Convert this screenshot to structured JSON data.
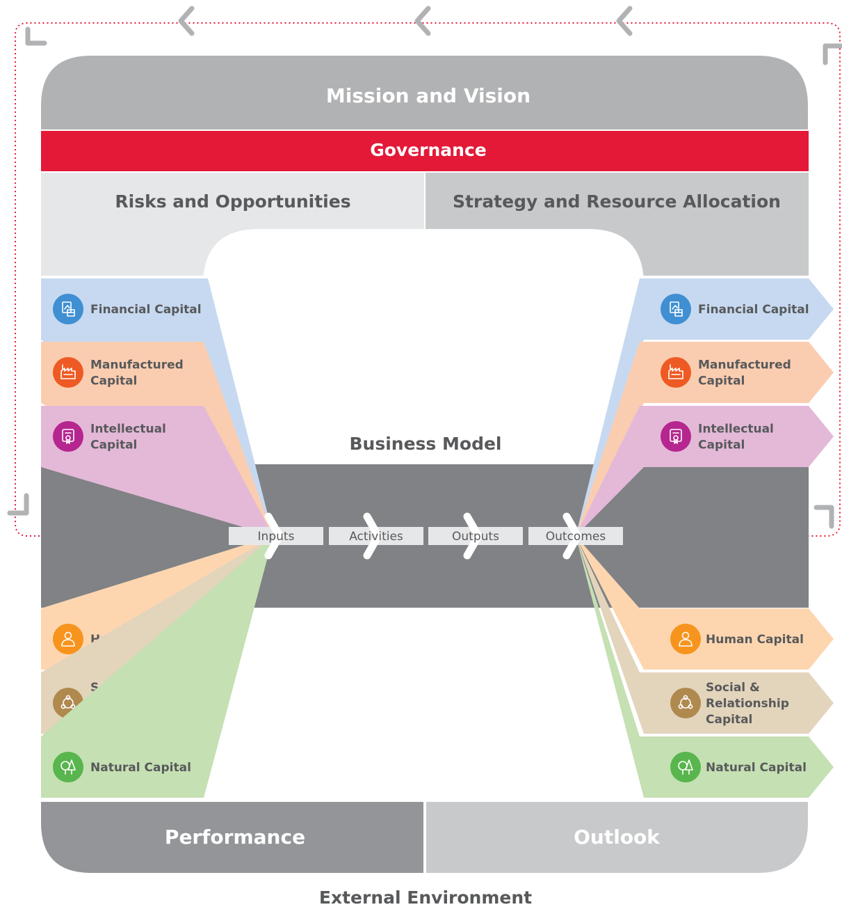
{
  "colors": {
    "governance": "#e31937",
    "mission": "#b1b2b4",
    "band_dark": "#808285",
    "risks_bg": "#e6e7e8",
    "strategy_bg": "#c8c9cb",
    "outlook_bg": "#c8c9cb",
    "loop_line": "#e31937",
    "loop_arrows": "#b1b2b4"
  },
  "header": {
    "mission": "Mission and Vision",
    "governance": "Governance",
    "risks": "Risks and Opportunities",
    "strategy": "Strategy and Resource Allocation"
  },
  "business_model": {
    "title": "Business Model",
    "steps": [
      "Inputs",
      "Activities",
      "Outputs",
      "Outcomes"
    ]
  },
  "capitals": [
    {
      "lines": [
        "Financial Capital"
      ],
      "icon": "financial-capital-icon",
      "band": "#c6d9f0",
      "circle": "#3f8fd2"
    },
    {
      "lines": [
        "Manufactured",
        "Capital"
      ],
      "icon": "factory-icon",
      "band": "#fbcdb0",
      "circle": "#ee5a24"
    },
    {
      "lines": [
        "Intellectual",
        "Capital"
      ],
      "icon": "certificate-icon",
      "band": "#e4b9d8",
      "circle": "#b5268f"
    },
    {
      "lines": [
        "Human Capital"
      ],
      "icon": "person-icon",
      "band": "#fdd6b0",
      "circle": "#f7941d"
    },
    {
      "lines": [
        "Social &",
        "Relationship",
        "Capital"
      ],
      "icon": "network-icon",
      "band": "#e3d4bc",
      "circle": "#b0894f"
    },
    {
      "lines": [
        "Natural Capital"
      ],
      "icon": "trees-icon",
      "band": "#c5e0b3",
      "circle": "#59b54d"
    }
  ],
  "footer": {
    "performance": "Performance",
    "outlook": "Outlook",
    "external": "External Environment"
  }
}
